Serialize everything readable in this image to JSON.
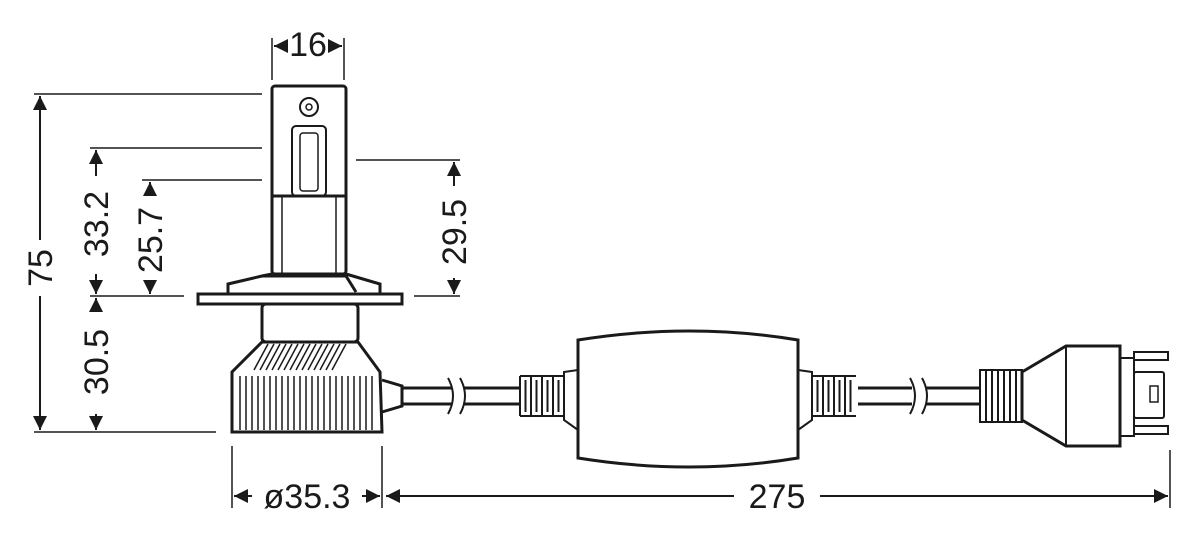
{
  "dimensions": {
    "top_width": "16",
    "total_height": "75",
    "upper_height": "33.2",
    "led_height": "25.7",
    "right_height": "29.5",
    "base_height": "30.5",
    "heatsink_diameter": "ø35.3",
    "total_length": "275"
  }
}
